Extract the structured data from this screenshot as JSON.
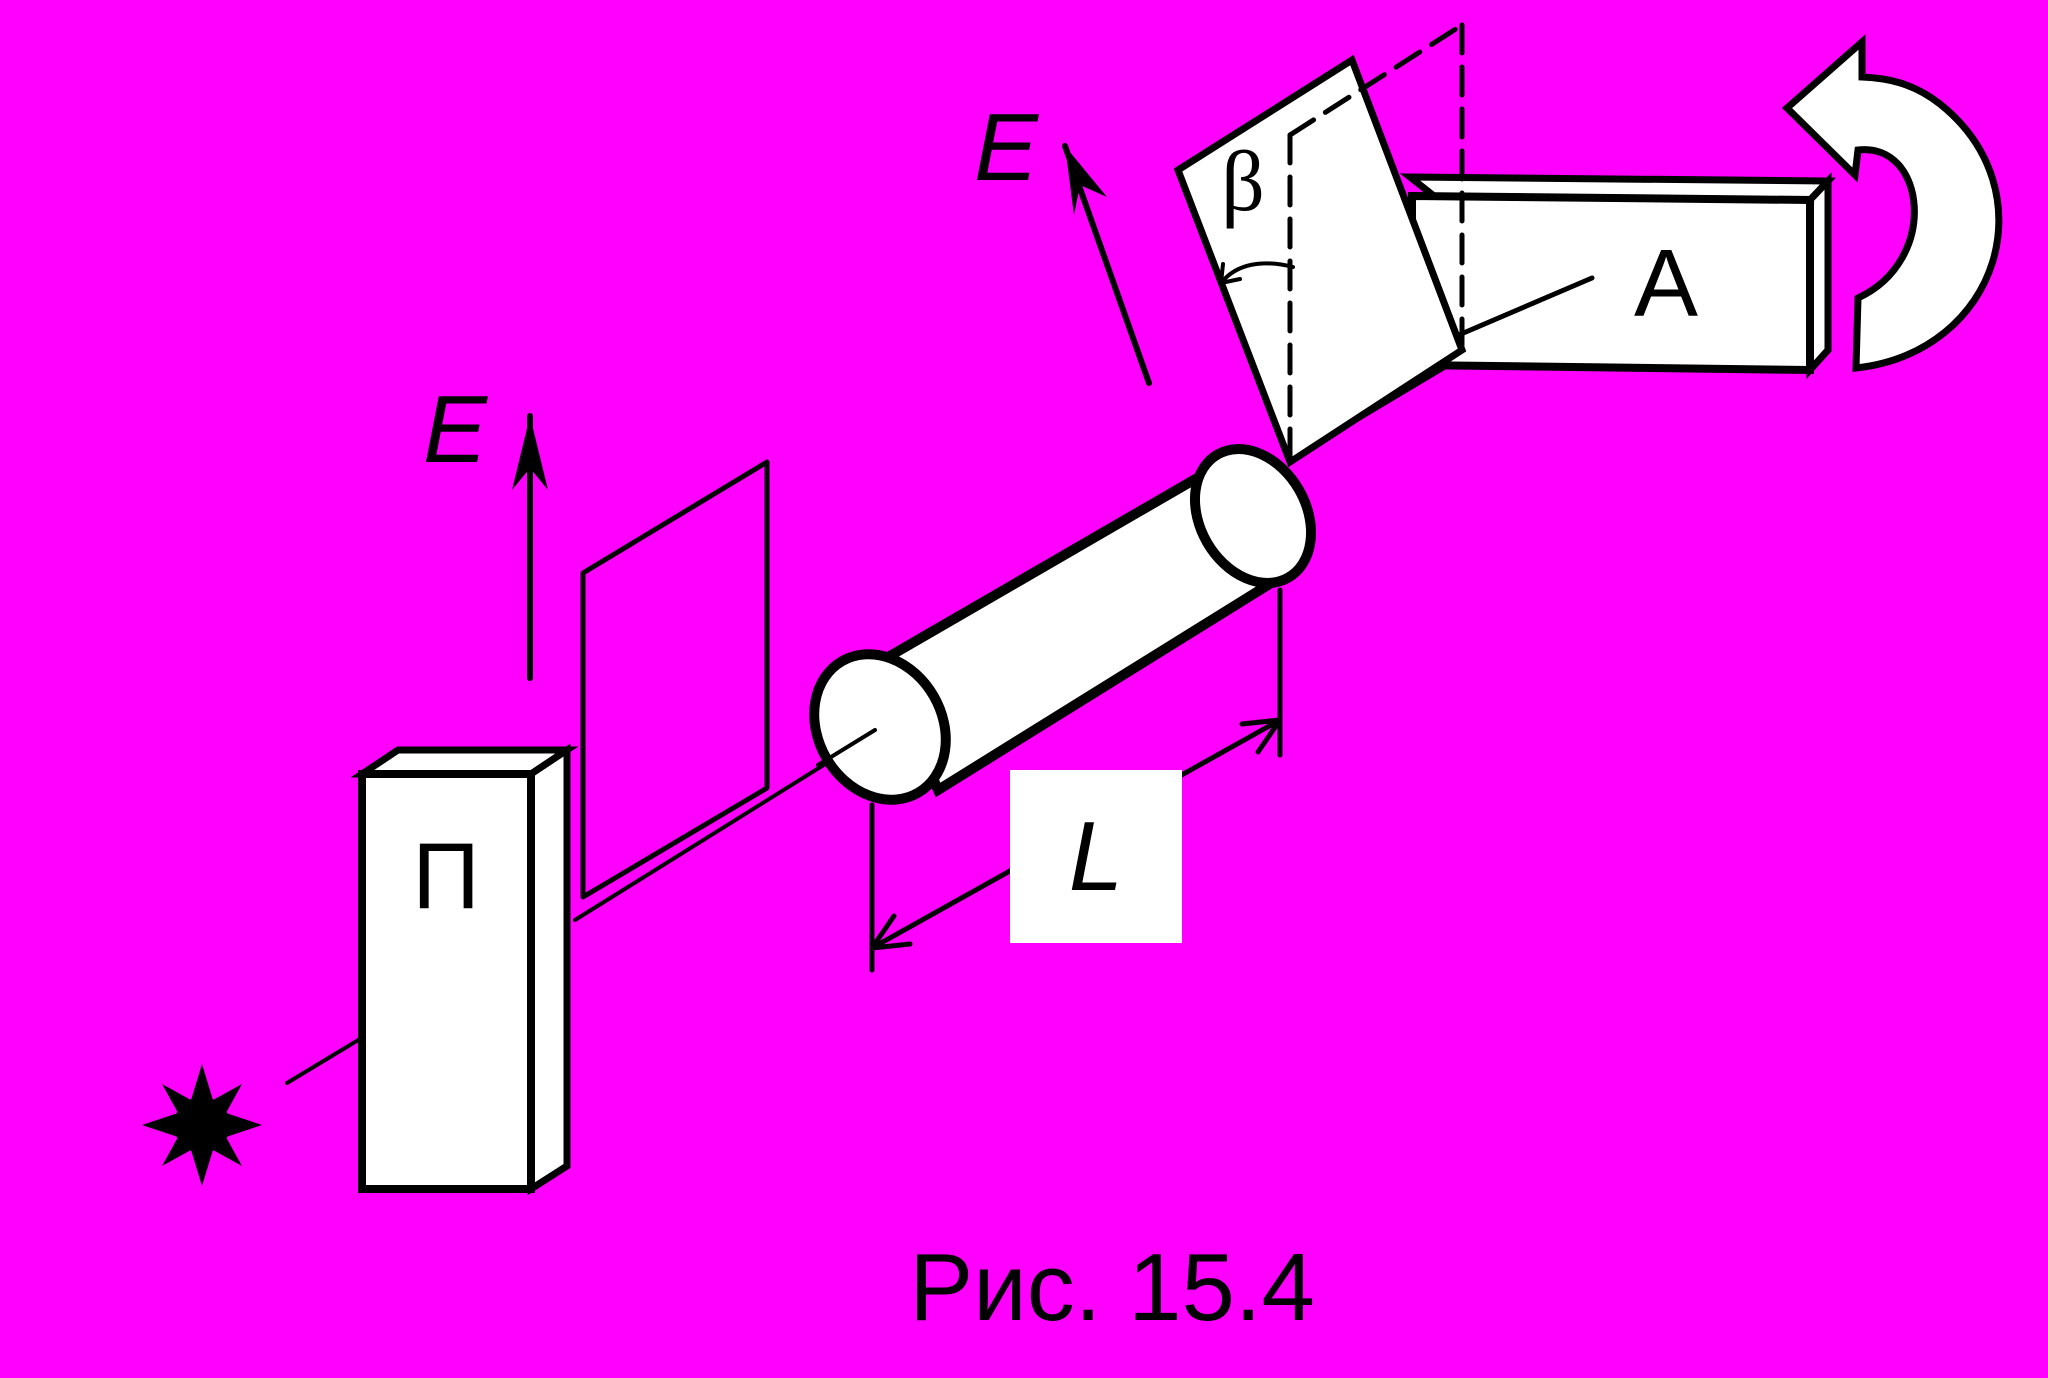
{
  "labels": {
    "polarizer": "П",
    "analyzer": "A",
    "field_left": "E",
    "field_right": "E",
    "angle": "β",
    "length": "L"
  },
  "caption": "Рис. 15.4",
  "colors": {
    "background": "#FF00FF",
    "stroke": "#000000",
    "fill": "#FFFFFF"
  },
  "icons": {
    "light_source": "sun-icon",
    "rotation": "curved-arrow-icon"
  }
}
